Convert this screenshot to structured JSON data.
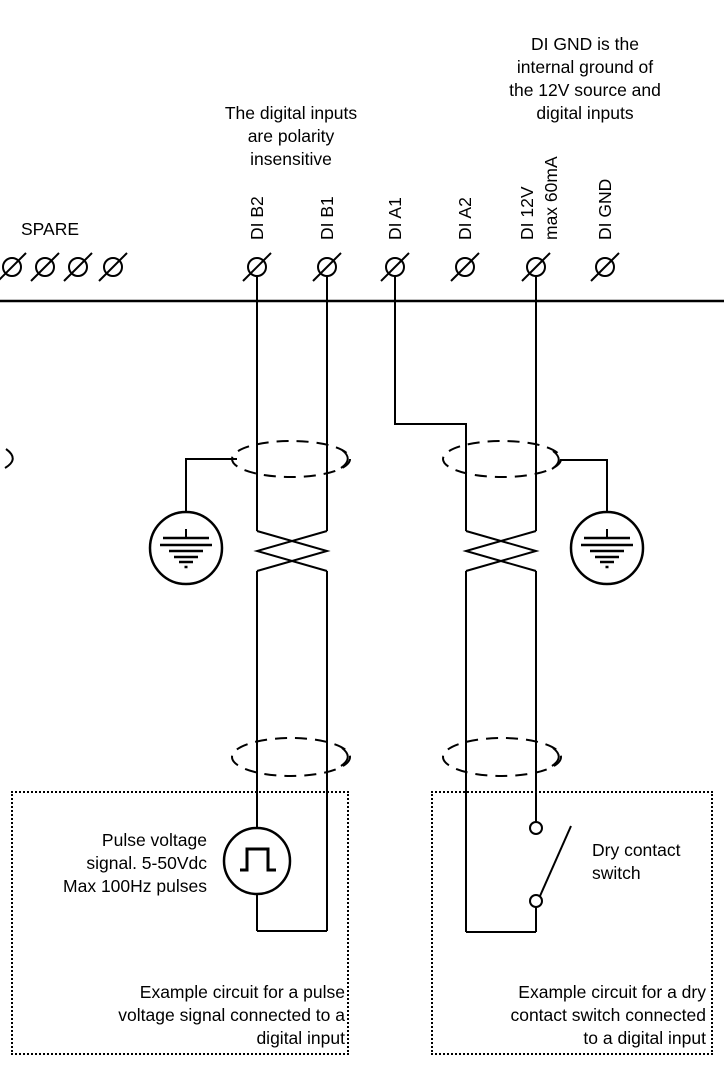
{
  "notes": {
    "di_gnd": "DI GND is the\ninternal ground of\nthe 12V source and\ndigital inputs",
    "polarity": "The digital inputs\nare polarity\ninsensitive"
  },
  "terminals": {
    "spare_label": "SPARE",
    "labels": [
      "DI B2",
      "DI B1",
      "DI A1",
      "DI A2",
      "DI 12V",
      "max 60mA",
      "DI GND"
    ]
  },
  "left_circuit": {
    "source_text": "Pulse voltage\nsignal. 5-50Vdc\nMax 100Hz pulses",
    "caption": "Example circuit for a pulse\nvoltage signal connected to a\ndigital input"
  },
  "right_circuit": {
    "switch_label": "Dry contact\nswitch",
    "caption": "Example circuit for a dry\ncontact switch connected\nto a digital input"
  },
  "colors": {
    "line": "#000000",
    "background": "#ffffff"
  }
}
